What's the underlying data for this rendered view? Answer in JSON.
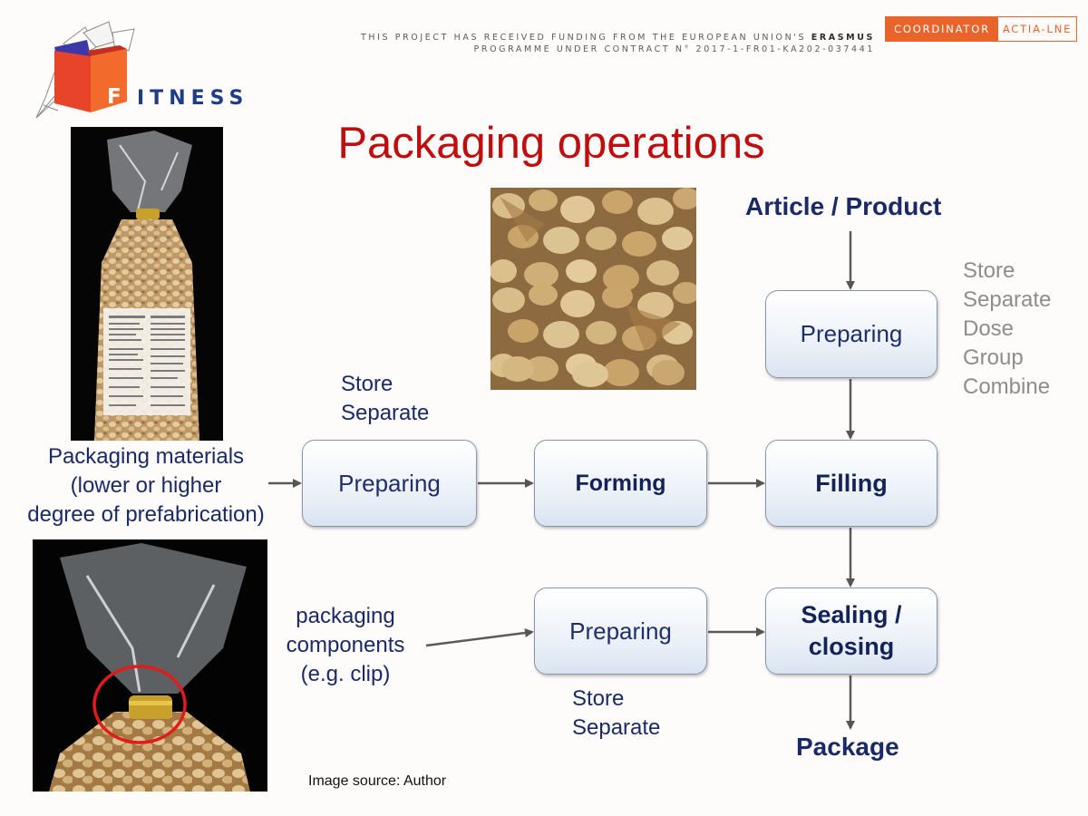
{
  "header": {
    "logo_letter": "F",
    "logo_text": "ITNESS",
    "funding_line1_prefix": "THIS PROJECT HAS RECEIVED FUNDING FROM THE EUROPEAN UNION'S ",
    "funding_line1_bold": "ERASMUS",
    "funding_line2": "PROGRAMME UNDER CONTRACT N° 2017-1-FR01-KA202-037441",
    "coordinator_label": "COORDINATOR",
    "coordinator_name": "ACTIA-LNE"
  },
  "title": "Packaging operations",
  "diagram": {
    "article": "Article / Product",
    "package": "Package",
    "materials_lines": [
      "Packaging materials",
      "(lower or higher",
      "degree of prefabrication)"
    ],
    "components_lines": [
      "packaging",
      "components",
      "(e.g. clip)"
    ],
    "boxes": {
      "preparing_top": "Preparing",
      "preparing_materials": "Preparing",
      "forming": "Forming",
      "filling": "Filling",
      "preparing_components": "Preparing",
      "sealing_line1": "Sealing /",
      "sealing_line2": "closing"
    },
    "store_separate_top": [
      "Store",
      "Separate"
    ],
    "store_separate_bottom": [
      "Store",
      "Separate"
    ],
    "product_ops": [
      "Store",
      "Separate",
      "Dose",
      "Group",
      "Combine"
    ]
  },
  "image_source": "Image source: Author",
  "colors": {
    "title_red": "#c00d0d",
    "navy": "#1a2a66",
    "accent_orange": "#e8642a",
    "grey_text": "#8d8d8d"
  }
}
